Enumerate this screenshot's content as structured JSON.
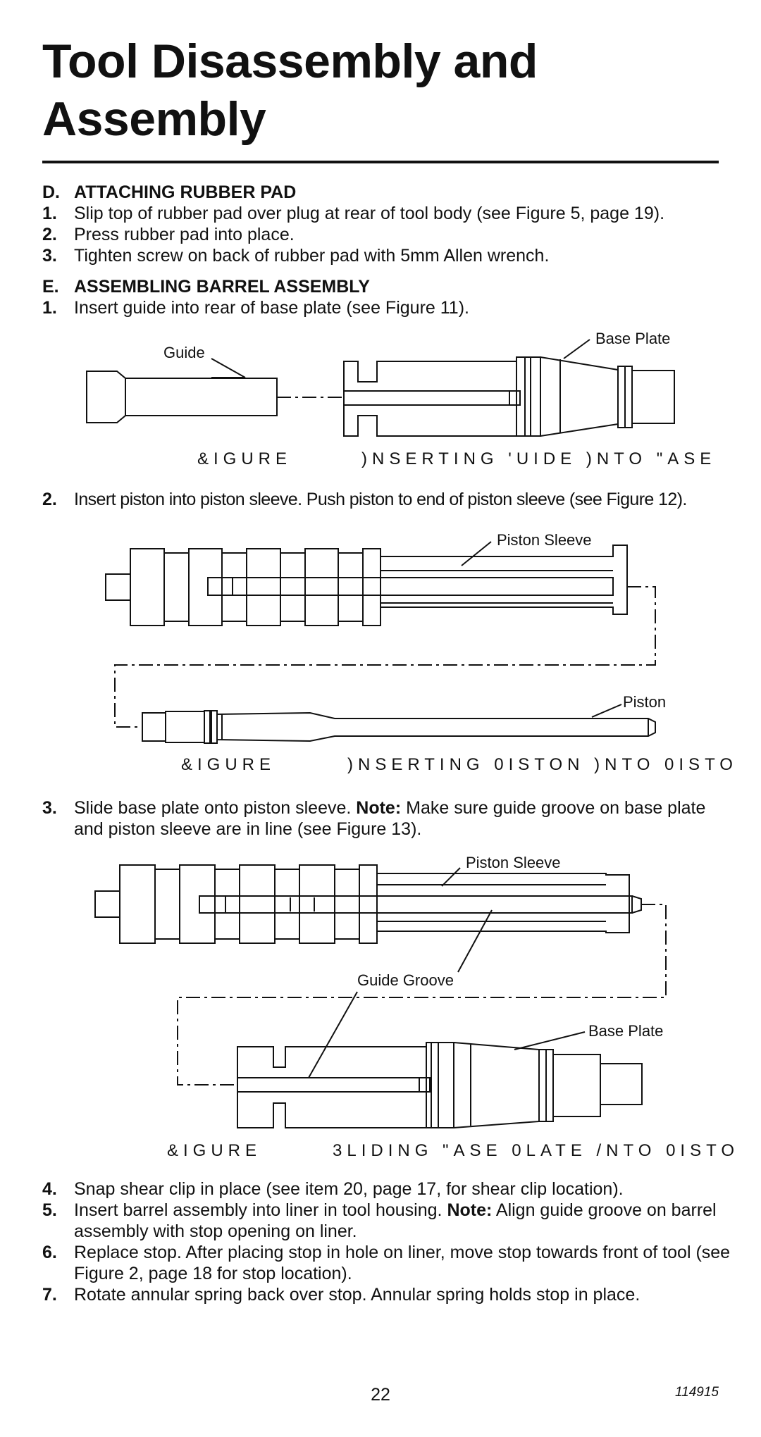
{
  "page": {
    "title": "Tool Disassembly and Assembly",
    "page_number": "22",
    "doc_code": "114915"
  },
  "section_d": {
    "letter": "D.",
    "heading": "ATTACHING RUBBER PAD",
    "steps": [
      {
        "num": "1.",
        "text": "Slip top of rubber pad over plug at rear of tool body (see Figure 5, page 19)."
      },
      {
        "num": "2.",
        "text": "Press rubber pad into place."
      },
      {
        "num": "3.",
        "text": "Tighten screw on back of rubber pad with 5mm Allen wrench."
      }
    ]
  },
  "section_e": {
    "letter": "E.",
    "heading": "ASSEMBLING BARREL ASSEMBLY",
    "step1": {
      "num": "1.",
      "text": "Insert guide into rear of base plate (see Figure 11)."
    },
    "step2": {
      "num": "2.",
      "text": "Insert piston into piston sleeve. Push piston to end of piston sleeve (see Figure 12)."
    },
    "step3": {
      "num": "3.",
      "text_before": "Slide base plate onto piston sleeve. ",
      "note_label": "Note:",
      "text_after": " Make sure guide groove on base plate and piston sleeve are in line (see Figure 13)."
    },
    "steps_after": [
      {
        "num": "4.",
        "text_before": "Snap shear clip in place (see item 20, page 17, for shear clip location).",
        "note_label": "",
        "text_after": ""
      },
      {
        "num": "5.",
        "text_before": "Insert barrel assembly into liner in tool housing. ",
        "note_label": "Note:",
        "text_after": " Align guide groove on barrel assembly with stop opening on liner."
      },
      {
        "num": "6.",
        "text_before": "Replace stop. After placing stop in hole on liner, move stop towards front of tool (see Figure 2, page 18 for stop location).",
        "note_label": "",
        "text_after": ""
      },
      {
        "num": "7.",
        "text_before": "Rotate annular spring back over stop. Annular spring holds stop in place.",
        "note_label": "",
        "text_after": ""
      }
    ]
  },
  "figure11": {
    "labels": {
      "guide": "Guide",
      "base_plate": "Base Plate"
    },
    "caption": {
      "part1": "&IGURE",
      "part2": ")NSERTING 'UIDE )NTO \"ASE"
    }
  },
  "figure12": {
    "labels": {
      "piston_sleeve": "Piston Sleeve",
      "piston": "Piston"
    },
    "caption": {
      "part1": "&IGURE",
      "part2": ")NSERTING 0ISTON )NTO 0ISTO"
    }
  },
  "figure13": {
    "labels": {
      "piston_sleeve": "Piston Sleeve",
      "guide_groove": "Guide Groove",
      "base_plate": "Base Plate"
    },
    "caption": {
      "part1": "&IGURE",
      "part2": "3LIDING \"ASE 0LATE /NTO 0ISTO"
    }
  }
}
